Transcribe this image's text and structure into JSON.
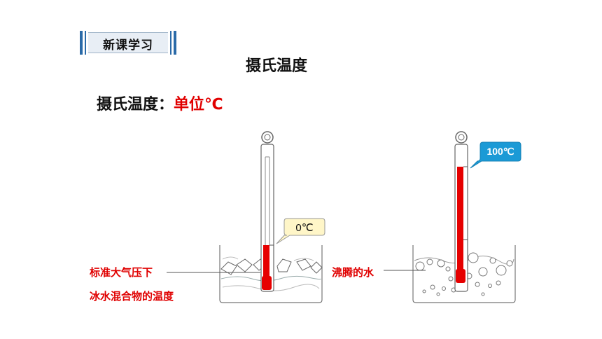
{
  "badge": {
    "label": "新课学习"
  },
  "title": "摄氏温度",
  "unit_line": {
    "prefix": "摄氏温度：",
    "highlight": "单位℃"
  },
  "left_figure": {
    "callout": "0℃",
    "label_line1": "标准大气压下",
    "label_line2": "冰水混合物的温度"
  },
  "right_figure": {
    "callout": "100℃",
    "label": "沸腾的水"
  },
  "colors": {
    "accent": "#e10000",
    "badge_bar": "#2a6aa8",
    "callout_blue": "#1b9ad6",
    "callout_yellow": "#fff6c8"
  }
}
